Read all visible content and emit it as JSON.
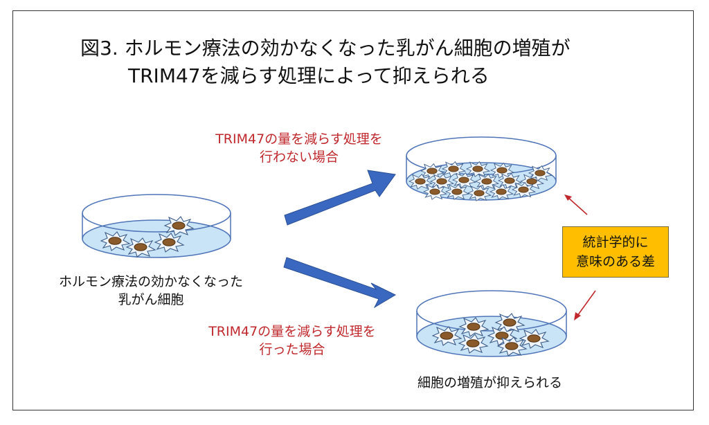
{
  "title": {
    "line1": "図3. ホルモン療法の効かなくなった乳がん細胞の増殖が",
    "line2": "TRIM47を減らす処理によって抑えられる"
  },
  "labels": {
    "resistant_cells": {
      "line1": "ホルモン療法の効かなくなった",
      "line2": "乳がん細胞"
    },
    "no_treatment": {
      "line1": "TRIM47の量を減らす処理を",
      "line2": "行わない場合"
    },
    "treatment": {
      "line1": "TRIM47の量を減らす処理を",
      "line2": "行った場合"
    },
    "suppressed": "細胞の増殖が抑えられる",
    "significance": {
      "line1": "統計学的に",
      "line2": "意味のある差"
    }
  },
  "colors": {
    "arrow_blue": "#3a68c0",
    "dish_fill": "#c8e4f6",
    "dish_edge": "#4f74b8",
    "cell_body": "#8a5a2a",
    "highlight_box": "#ffbf00",
    "red_text": "#c0282d"
  },
  "icons": {
    "left_dish": "petri-dish-icon",
    "top_dish": "petri-dish-icon",
    "bottom_dish": "petri-dish-icon",
    "cell": "cancer-cell-icon"
  }
}
